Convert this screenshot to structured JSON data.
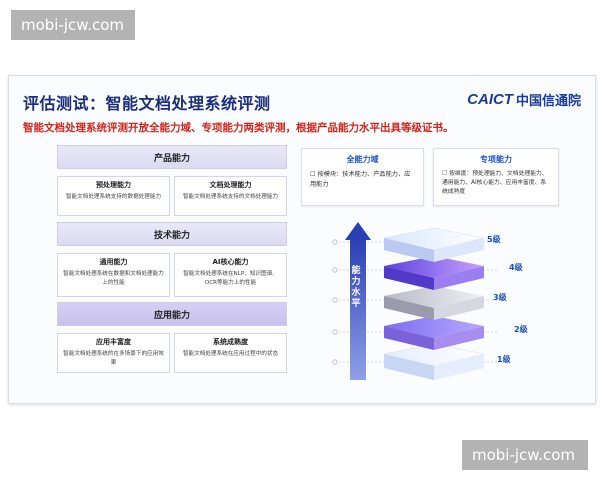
{
  "watermark": {
    "top": "mobi-jcw.com",
    "bottom": "mobi-jcw.com"
  },
  "slide": {
    "title": "评估测试：智能文档处理系统评测",
    "logo": {
      "latin": "CAICT",
      "chinese": "中国信通院"
    },
    "subtitle": "智能文档处理系统评测开放全能力域、专项能力两类评测，根据产品能力水平出具等级证书。"
  },
  "left": {
    "product": "产品能力",
    "product_cards": [
      {
        "title": "预处理能力",
        "desc": "智能文档处理系统支持的数据处理能力"
      },
      {
        "title": "文档处理能力",
        "desc": "智能文档处理系统支持的文档处理能力"
      }
    ],
    "tech": "技术能力",
    "tech_cards": [
      {
        "title": "通用能力",
        "desc": "智能文档处理系统在数据和文档处理能力上的性能"
      },
      {
        "title": "AI核心能力",
        "desc": "智能文档处理系统在NLP、知识图谱、OCR等能力上的性能"
      }
    ],
    "app": "应用能力",
    "app_cards": [
      {
        "title": "应用丰富度",
        "desc": "智能文档处理系统的在多场景下的应用效果"
      },
      {
        "title": "系统成熟度",
        "desc": "智能文档处理系统在应用过程中的状态"
      }
    ]
  },
  "right": {
    "full": {
      "title": "全能力域",
      "desc": "☐ 按模块：技术能力、产品能力、应用能力"
    },
    "special": {
      "title": "专项能力",
      "desc": "☐ 按维度：预处理能力、文档处理能力、通用能力、AI核心能力、应用丰富度、系统成熟度"
    },
    "axis_label": "能力水平",
    "levels": [
      "5级",
      "4级",
      "3级",
      "2级",
      "1级"
    ]
  },
  "colors": {
    "title_blue": "#1a2e7a",
    "subtitle_red": "#d0261c",
    "level_blue": "#1d4fb8"
  }
}
